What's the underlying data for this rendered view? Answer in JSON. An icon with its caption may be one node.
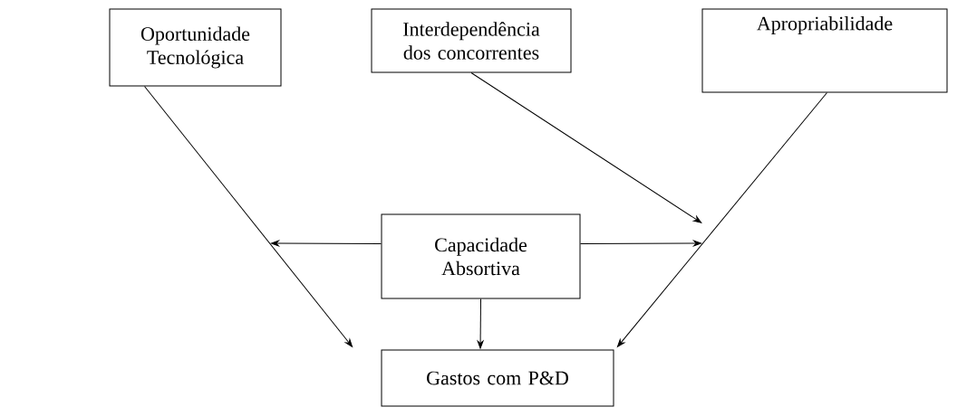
{
  "diagram": {
    "nodes": [
      {
        "text": [
          "Oportunidade Tecnológica"
        ]
      },
      {
        "text": [
          "Interdependência dos concorrentes"
        ]
      },
      {
        "text": [
          "Apropriabilidade"
        ]
      },
      {
        "text": [
          "Capacidade Absortiva"
        ]
      },
      {
        "text": [
          "Gastos com P&D"
        ]
      }
    ],
    "edges": [
      {
        "from": 0,
        "to": 4,
        "arrow": "to"
      },
      {
        "from": 2,
        "to": 4,
        "arrow": "to"
      },
      {
        "from": 3,
        "to": 4,
        "arrow": "to"
      },
      {
        "from": 3,
        "to": null,
        "arrow": "to"
      },
      {
        "from": 3,
        "to": null,
        "arrow": "to"
      },
      {
        "from": 1,
        "to": null,
        "arrow": "to"
      }
    ]
  }
}
